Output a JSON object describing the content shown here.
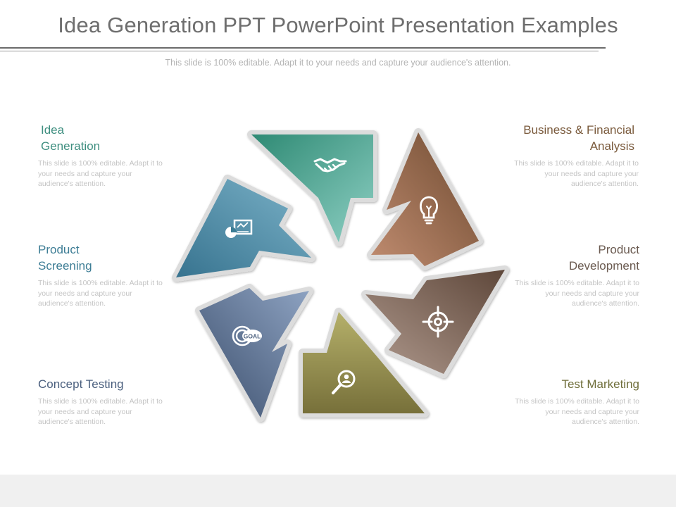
{
  "title": "Idea Generation PPT PowerPoint Presentation Examples",
  "subtitle": "This slide is 100% editable. Adapt it to your needs and capture your audience's attention.",
  "items": [
    {
      "heading": "Idea\nGeneration",
      "desc": "This slide is 100% editable. Adapt it to your needs and capture your audience's attention.",
      "color": "#3f8f80",
      "icon": "handshake-icon"
    },
    {
      "heading": "Product\nScreening",
      "desc": "This slide is 100% editable. Adapt it to your needs and capture your audience's attention.",
      "color": "#3d7d95",
      "icon": "presentation-chart-icon"
    },
    {
      "heading": "Concept Testing",
      "desc": "This slide is 100% editable. Adapt it to your needs and capture your audience's attention.",
      "color": "#4a5f7e",
      "icon": "goal-target-icon"
    },
    {
      "heading": "Business & Financial\nAnalysis",
      "desc": "This slide is 100% editable. Adapt it to your needs and capture your audience's attention.",
      "color": "#7a5a3c",
      "icon": "lightbulb-icon"
    },
    {
      "heading": "Product\nDevelopment",
      "desc": "This slide is 100% editable. Adapt it to your needs and capture your audience's attention.",
      "color": "#6a5a50",
      "icon": "crosshair-icon"
    },
    {
      "heading": "Test Marketing",
      "desc": "This slide is 100% editable. Adapt it to your needs and capture your audience's attention.",
      "color": "#6f6e3a",
      "icon": "search-user-icon"
    }
  ],
  "icon_labels": {
    "goal": "GOAL"
  }
}
